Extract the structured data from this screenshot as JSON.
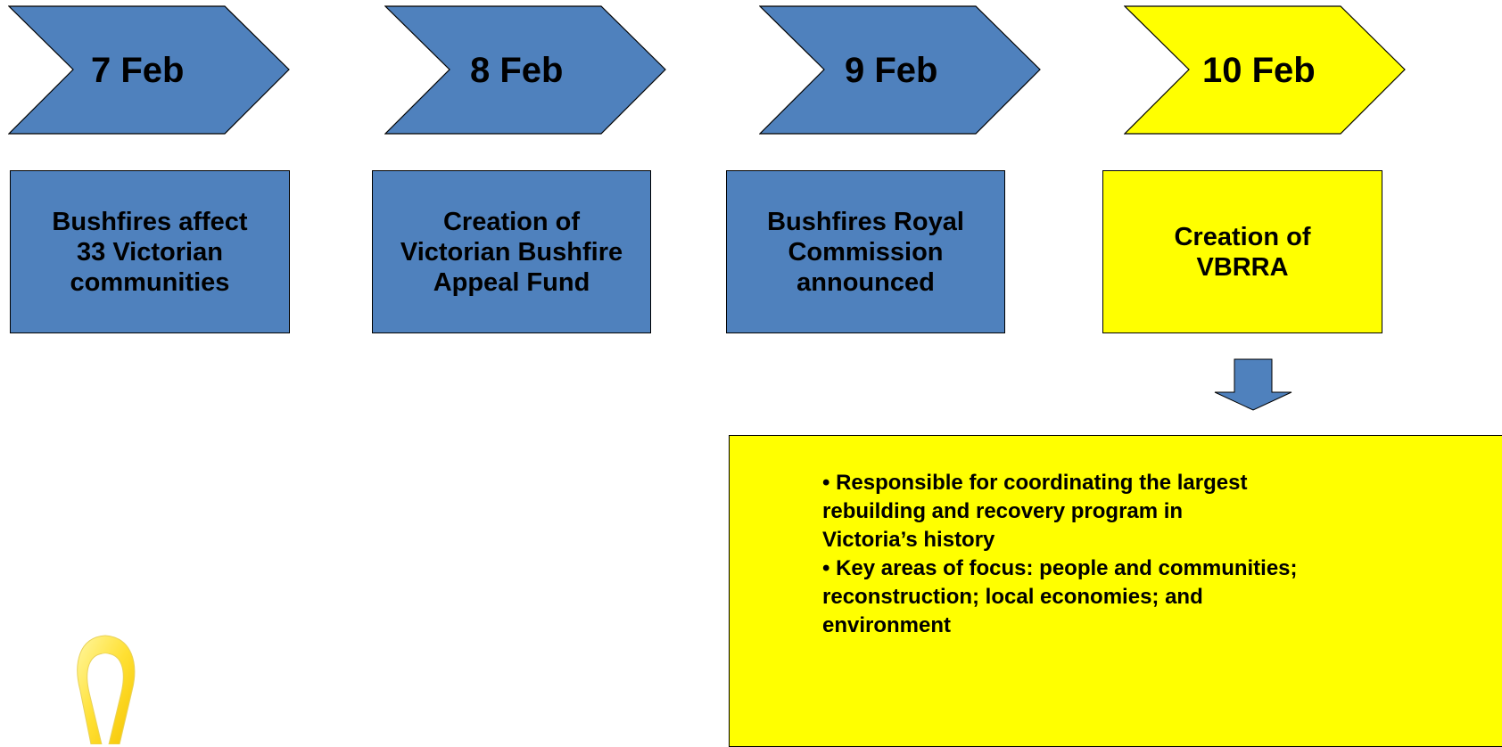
{
  "steps": [
    {
      "date": "7 Feb",
      "event_lines": [
        "Bushfires affect",
        "33 Victorian",
        "communities"
      ],
      "color": "#4f81bd"
    },
    {
      "date": "8 Feb",
      "event_lines": [
        "Creation of",
        "Victorian Bushfire",
        "Appeal Fund"
      ],
      "color": "#4f81bd"
    },
    {
      "date": "9 Feb",
      "event_lines": [
        "Bushfires Royal",
        "Commission",
        "announced"
      ],
      "color": "#4f81bd"
    },
    {
      "date": "10 Feb",
      "event_lines": [
        "Creation of",
        "VBRRA"
      ],
      "color": "#ffff00"
    }
  ],
  "detail": {
    "bullets": [
      "• Responsible for coordinating the largest\nrebuilding and recovery program  in\nVictoria’s history",
      "• Key areas of focus: people and communities;\nreconstruction; local economies; and\nenvironment"
    ]
  },
  "colors": {
    "blue": "#4f81bd",
    "yellow": "#ffff00",
    "outline": "#000000"
  },
  "icons": {
    "arrow": "down-arrow-icon",
    "ribbon": "yellow-ribbon-icon"
  }
}
